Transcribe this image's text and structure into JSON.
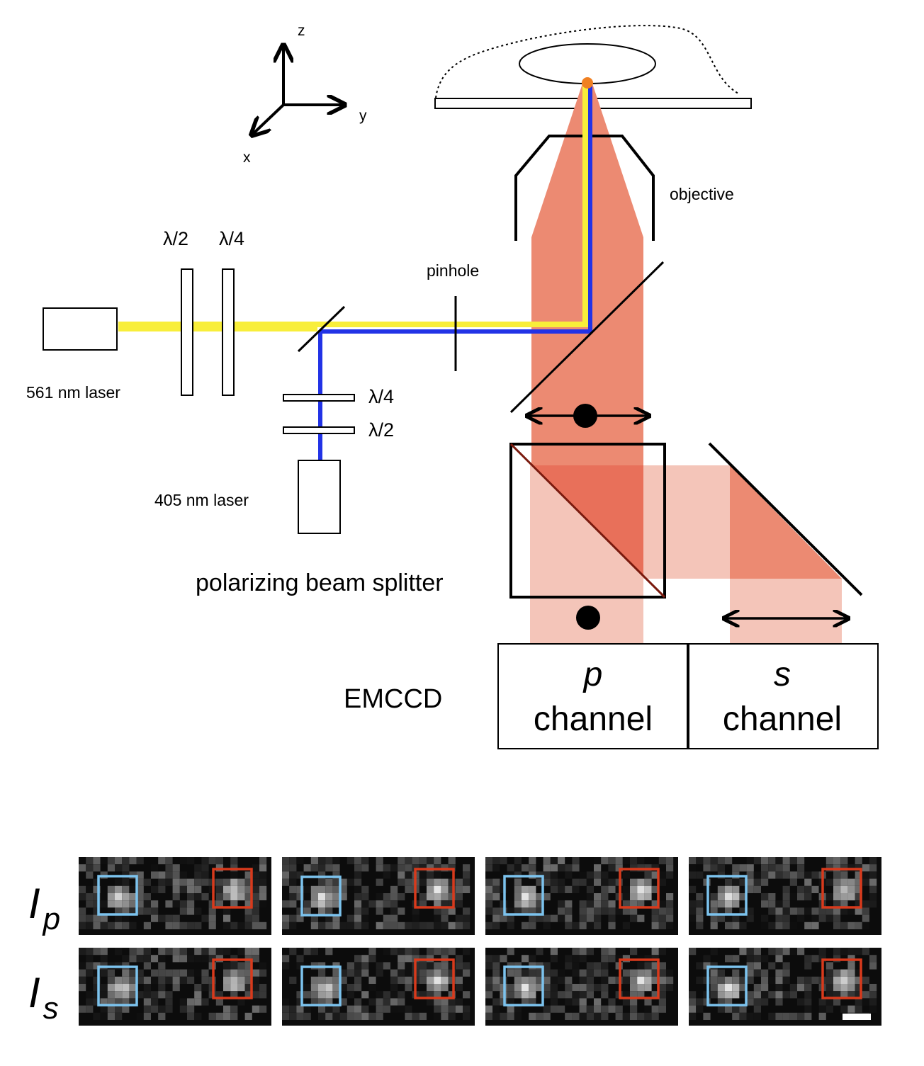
{
  "axes": {
    "z": "z",
    "y": "y",
    "x": "x"
  },
  "labels": {
    "objective": "objective",
    "pinhole": "pinhole",
    "half_wave": "λ/2",
    "quarter_wave": "λ/4",
    "laser_561": "561 nm laser",
    "laser_405": "405 nm laser",
    "pbs": "polarizing beam splitter",
    "emccd": "EMCCD",
    "p_symbol": "p",
    "s_symbol": "s",
    "channel": "channel"
  },
  "image_rows": {
    "p_base": "I",
    "p_sub": "p",
    "s_base": "I",
    "s_sub": "s"
  },
  "colors": {
    "yellow_beam": "#f8ee3a",
    "blue_beam": "#2233e6",
    "emission": "#ec8a72",
    "emission_light": "#f4c5b9",
    "emission_dark": "#e8705a",
    "molecule": "#f08022",
    "box_blue": "#7cc3ee",
    "box_red": "#d83a1c"
  }
}
